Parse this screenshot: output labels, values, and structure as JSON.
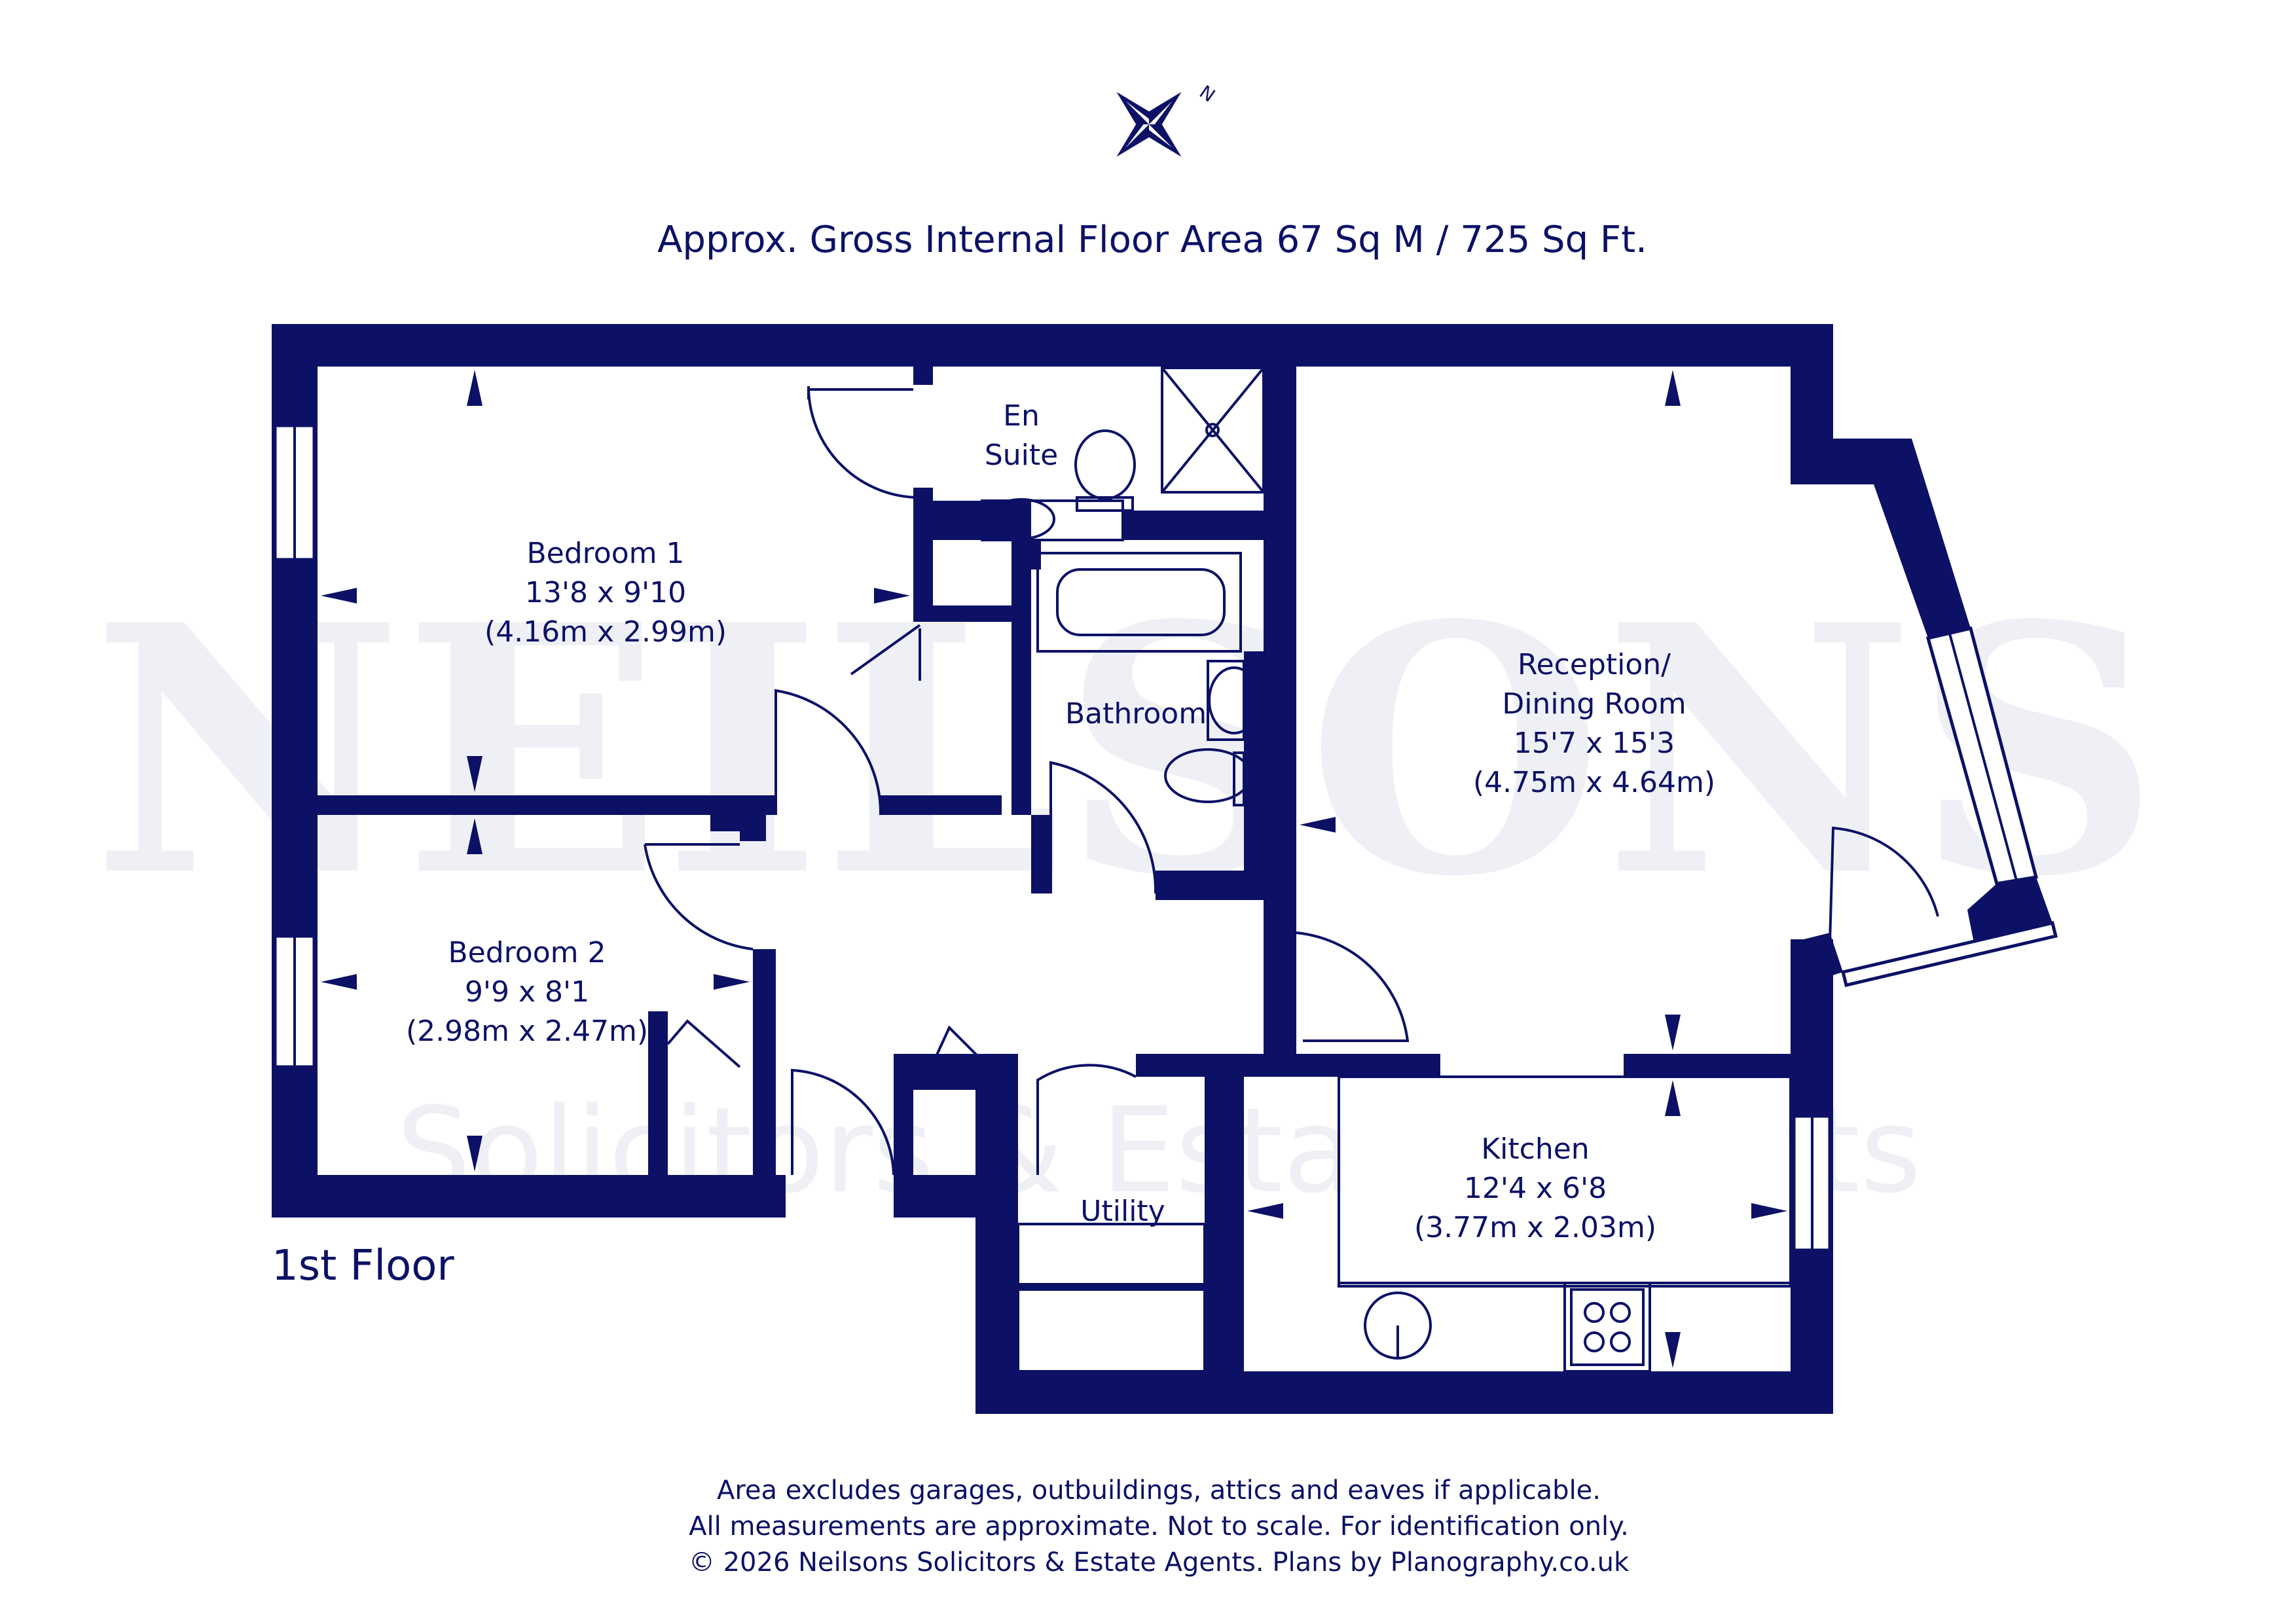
{
  "header": {
    "area_title": "Approx. Gross Internal Floor Area 67 Sq M / 725 Sq Ft.",
    "compass_letter": "N"
  },
  "floor_label": "1st Floor",
  "watermark": {
    "brand": "NEILSONS",
    "tagline": "Solicitors & Estate Agents"
  },
  "rooms": {
    "en_suite": {
      "line1": "En",
      "line2": "Suite"
    },
    "bedroom1": {
      "name": "Bedroom 1",
      "imperial": "13'8 x 9'10",
      "metric": "(4.16m x 2.99m)"
    },
    "bathroom": {
      "name": "Bathroom"
    },
    "reception": {
      "line1": "Reception/",
      "line2": "Dining Room",
      "imperial": "15'7 x 15'3",
      "metric": "(4.75m x 4.64m)"
    },
    "bedroom2": {
      "name": "Bedroom 2",
      "imperial": "9'9 x 8'1",
      "metric": "(2.98m x 2.47m)"
    },
    "kitchen": {
      "name": "Kitchen",
      "imperial": "12'4 x 6'8",
      "metric": "(3.77m x 2.03m)"
    },
    "utility": {
      "name": "Utility"
    }
  },
  "footer": {
    "line1": "Area excludes garages, outbuildings, attics and eaves if applicable.",
    "line2": "All measurements are approximate. Not to scale. For identification only.",
    "line3": "© 2026 Neilsons Solicitors & Estate Agents. Plans by Planography.co.uk"
  },
  "colors": {
    "ink": "#0c1166",
    "background": "#ffffff"
  }
}
